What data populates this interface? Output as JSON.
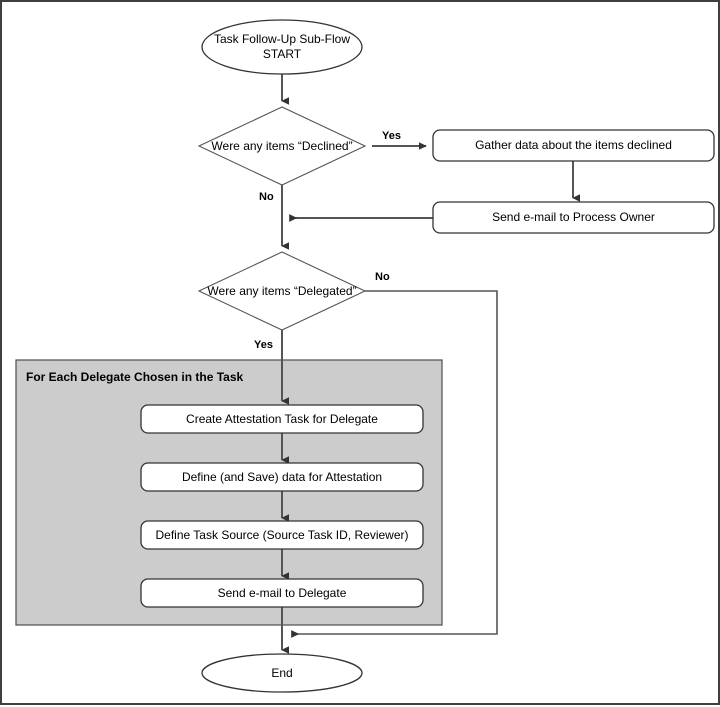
{
  "diagram": {
    "title_node": "Task Follow-Up Sub-Flow START",
    "background_color": "#ffffff",
    "border_color": "#3f3f3f",
    "group_fill_color": "#cccccc",
    "node_fill_color": "#ffffff",
    "line_color": "#555555",
    "text_color": "#000000"
  },
  "nodes": {
    "start": {
      "label_line1": "Task Follow-Up Sub-Flow",
      "label_line2": "START",
      "shape": "ellipse"
    },
    "decision_declined": {
      "label": "Were any items “Declined”",
      "shape": "diamond"
    },
    "gather_declined": {
      "label": "Gather data about the items declined",
      "shape": "rounded-rect"
    },
    "email_process_owner": {
      "label": "Send e-mail to Process Owner",
      "shape": "rounded-rect"
    },
    "decision_delegated": {
      "label": "Were any items “Delegated”",
      "shape": "diamond"
    },
    "create_task": {
      "label": "Create Attestation Task for Delegate",
      "shape": "rounded-rect"
    },
    "define_data": {
      "label": "Define (and Save) data for Attestation",
      "shape": "rounded-rect"
    },
    "define_source": {
      "label": "Define Task Source (Source Task ID, Reviewer)",
      "shape": "rounded-rect"
    },
    "email_delegate": {
      "label": "Send e-mail to Delegate",
      "shape": "rounded-rect"
    },
    "end": {
      "label": "End",
      "shape": "ellipse"
    }
  },
  "group": {
    "label": "For Each Delegate Chosen in the Task"
  },
  "edge_labels": {
    "declined_yes": "Yes",
    "declined_no": "No",
    "delegated_no": "No",
    "delegated_yes": "Yes"
  }
}
